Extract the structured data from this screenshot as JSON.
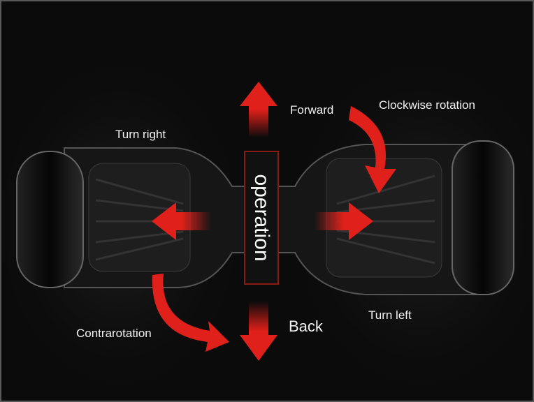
{
  "labels": {
    "forward": "Forward",
    "clockwise": "Clockwise rotation",
    "turn_right": "Turn right",
    "center": "operation",
    "back": "Back",
    "turn_left": "Turn left",
    "contrarotation": "Contrarotation"
  },
  "colors": {
    "arrow": "#e0201a",
    "background": "#0b0b0b",
    "board": "#1a1a1a"
  }
}
